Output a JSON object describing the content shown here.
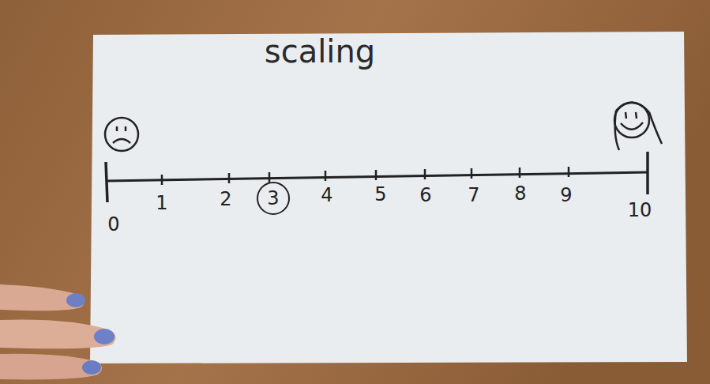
{
  "diagram": {
    "title": "scaling",
    "nodes": [
      {
        "text": [
          "3"
        ]
      }
    ],
    "labels": [
      "0",
      "1",
      "2",
      "4",
      "5",
      "6",
      "7",
      "8",
      "9",
      "10"
    ]
  }
}
